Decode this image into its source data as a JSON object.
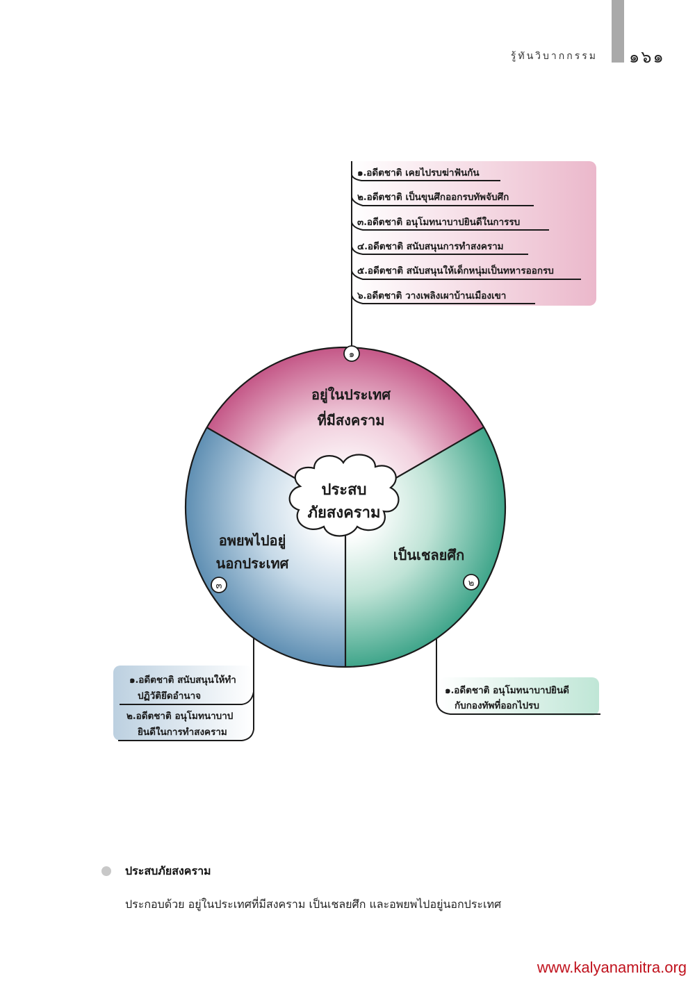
{
  "header": {
    "title": "รู้ทันวิบากกรรม",
    "page_number": "๑๖๑"
  },
  "diagram": {
    "center_label": [
      "ประสบ",
      "ภัยสงคราม"
    ],
    "segments": [
      {
        "number": "๑",
        "label": [
          "อยู่ในประเทศ",
          "ที่มีสงคราม"
        ],
        "color": "#c9628f",
        "details": [
          "๑.อดีตชาติ เคยไปรบฆ่าฟันกัน",
          "๒.อดีตชาติ เป็นขุนศึกออกรบทัพจับศึก",
          "๓.อดีตชาติ อนุโมทนาบาปยินดีในการรบ",
          "๔.อดีตชาติ สนับสนุนการทำสงคราม",
          "๕.อดีตชาติ สนับสนุนให้เด็กหนุ่มเป็นทหารออกรบ",
          "๖.อดีตชาติ วางเพลิงเผาบ้านเมืองเขา"
        ]
      },
      {
        "number": "๒",
        "label": [
          "เป็นเชลยศึก"
        ],
        "color": "#4fae95",
        "details": [
          [
            "๑.อดีตชาติ อนุโมทนาบาปยินดี",
            "กับกองทัพที่ออกไปรบ"
          ]
        ]
      },
      {
        "number": "๓",
        "label": [
          "อพยพไปอยู่",
          "นอกประเทศ"
        ],
        "color": "#6b97b8",
        "details": [
          [
            "๑.อดีตชาติ สนับสนุนให้ทำ",
            "ปฏิวัติยึดอำนาจ"
          ],
          [
            "๒.อดีตชาติ อนุโมทนาบาป",
            "ยินดีในการทำสงคราม"
          ]
        ]
      }
    ]
  },
  "section": {
    "title": "ประสบภัยสงคราม",
    "body": "ประกอบด้วย อยู่ในประเทศที่มีสงคราม เป็นเชลยศึก และอพยพไปอยู่นอกประเทศ"
  },
  "footer": {
    "url": "www.kalyanamitra.org"
  }
}
